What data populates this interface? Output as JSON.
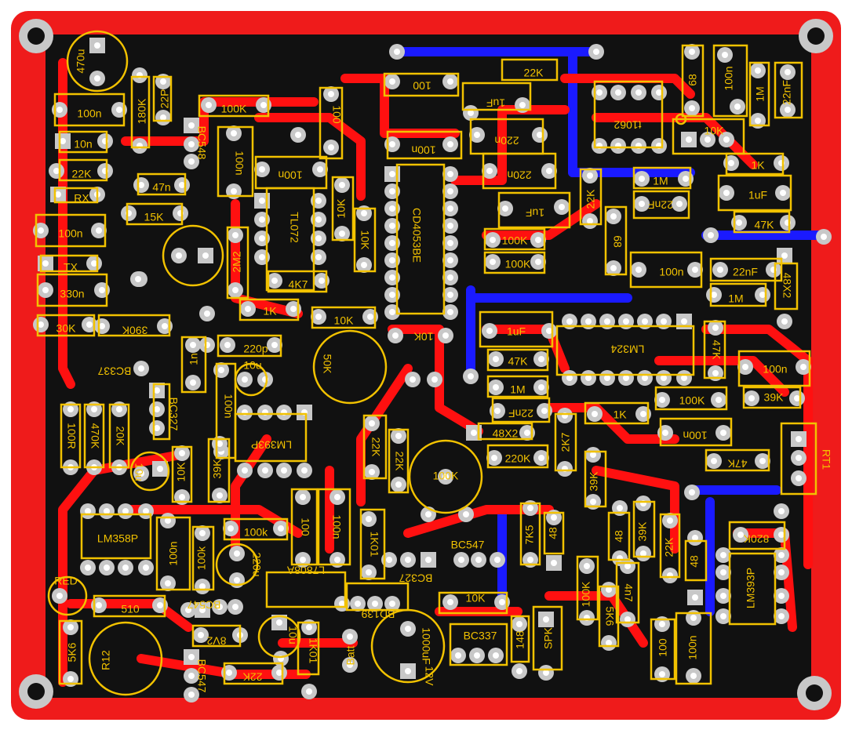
{
  "colors": {
    "board": "#ef1b1b",
    "copper_dark": "#111111",
    "trace_red": "#ff1010",
    "trace_blue": "#1a1aff",
    "silk": "#f2c200",
    "pad": "#c8c8c8",
    "hole": "#ffffff"
  },
  "labels": [
    "470u",
    "100n",
    "180K",
    "22P",
    "BC548",
    "100K",
    "100",
    "100",
    "100n",
    "10n",
    "22K",
    "47n",
    "RX",
    "15K",
    "100n",
    "TX",
    "330n",
    "30K",
    "390K",
    "BC337",
    "100n",
    "TL072",
    "10K",
    "10K",
    "CD4053BE",
    "100n",
    "2M2",
    "4K7",
    "1K",
    "10K",
    "220p",
    "10u",
    "1n",
    "50K",
    "10K",
    "100",
    "LM393P",
    "BC327",
    "100R",
    "470K",
    "20K",
    "10u",
    "10K",
    "39K",
    "100n",
    "LM358P",
    "100n",
    "100k",
    "100",
    "100k",
    "220u",
    "RED",
    "510",
    "L7808A",
    "BD139",
    "5K6",
    "R12",
    "8V2",
    "10u",
    "22K",
    "BC547",
    "10u",
    "1K",
    "BC547",
    "BC327",
    "22K",
    "22K",
    "100K",
    "100K",
    "1uF",
    "22K",
    "22n",
    "1uF",
    "220n",
    "220n",
    "t1062",
    "22K",
    "1uF",
    "68",
    "1M",
    "22nF",
    "68",
    "100n",
    "10K",
    "1K",
    "1uF",
    "47K",
    "100n",
    "1M",
    "22nF",
    "48X2",
    "LM324",
    "47K",
    "1uF",
    "47K",
    "1M",
    "22nF",
    "48X2",
    "220K",
    "1K",
    "2K7",
    "100K",
    "39K",
    "100n",
    "100n",
    "47K",
    "RT1",
    "7K5",
    "48",
    "39K",
    "22K",
    "48",
    "820K",
    "39K",
    "100K",
    "4n7",
    "5K6",
    "LM393P",
    "100",
    "100n",
    "BC337",
    "1000uF",
    "SPK",
    "148",
    "10K",
    "Batt",
    "BC547",
    "12V",
    "100n"
  ],
  "components": {
    "cap_470u_top": "470u",
    "cap_100n_a": "100n",
    "res_180K": "180K",
    "cap_22P": "22P",
    "tr_BC548": "BC548",
    "res_100K_a": "100K",
    "res_100_a": "100",
    "res_100_b": "100",
    "cap_100n_b": "100n",
    "cap_10n": "10n",
    "res_22K_a": "22K",
    "cap_47n": "47n",
    "conn_RX": "RX",
    "res_15K": "15K",
    "cap_100n_c": "100n",
    "conn_TX": "TX",
    "cap_330n": "330n",
    "res_30K": "30K",
    "res_390K": "390K",
    "tr_BC337": "BC337",
    "cap_100n_d": "100n",
    "ic_TL072": "TL072",
    "res_10K_a": "10K",
    "res_10K_b": "10K",
    "ic_CD4053BE": "CD4053BE",
    "cap_100n_e": "100n",
    "res_2M2": "2M2",
    "res_4K7": "4K7",
    "res_1K_a": "1K",
    "res_10K_c": "10K",
    "cap_220p": "220p",
    "cap_10u_a": "10u",
    "cap_1n": "1n",
    "pot_50K": "50K",
    "res_10K_d": "10K",
    "ic_LM393P_a": "LM393P",
    "tr_BC327_a": "BC327",
    "res_100R": "100R",
    "res_470K": "470K",
    "res_20K": "20K",
    "cap_10u_b": "10u",
    "res_10K_e": "10K",
    "res_39K_a": "39K",
    "cap_100n_f": "100n",
    "ic_LM358P": "LM358P",
    "res_100k_a": "100k",
    "res_100k_b": "100k",
    "cap_220u": "220u",
    "led_RED": "RED",
    "res_510": "510",
    "reg_L7808A": "L7808A",
    "tr_BD139": "BD139",
    "res_5K6_a": "5K6",
    "pot_R12": "R12",
    "zener_8V2": "8V2",
    "cap_10u_c": "10u",
    "res_22K_b": "22K",
    "tr_BC547_a": "BC547",
    "res_1K01": "1K01",
    "tr_BC547_b": "BC547",
    "tr_BC327_b": "BC327",
    "res_22K_c": "22K",
    "res_22K_d": "22K",
    "pot_100K": "100K",
    "res_100K_b": "100K",
    "res_100K_c": "100K",
    "cap_1uF_a": "1uF",
    "res_22K_e": "22K",
    "cap_1uF_b": "1uF",
    "cap_220n_a": "220n",
    "cap_220n_b": "220n",
    "ic_t1062": "t1062",
    "res_22K_f": "22K",
    "cap_1uF_c": "1uF",
    "res_68_a": "68",
    "res_1M_a": "1M",
    "cap_22nF_a": "22nF",
    "res_68_b": "68",
    "cap_100n_g": "100n",
    "res_10K_f": "10K",
    "res_1K_b": "1K",
    "cap_1uF_d": "1uF",
    "res_47K_a": "47K",
    "cap_100n_h": "100n",
    "res_1M_b": "1M",
    "cap_22nF_b": "22nF",
    "ind_48X2_a": "48X2",
    "ic_LM324": "LM324",
    "res_47K_b": "47K",
    "cap_1uF_e": "1uF",
    "res_47K_c": "47K",
    "res_1M_c": "1M",
    "cap_22nF_c": "22nF",
    "ind_48X2_b": "48X2",
    "res_220K": "220K",
    "res_1K_c": "1K",
    "res_2K7": "2K7",
    "res_100K_d": "100K",
    "res_39K_b": "39K",
    "cap_100n_i": "100n",
    "cap_100n_j": "100n",
    "res_47K_d": "47K",
    "therm_RT1": "RT1",
    "res_7K5": "7K5",
    "res_48_a": "48",
    "res_39K_c": "39K",
    "res_22K_g": "22K",
    "res_48_b": "48",
    "res_820K": "820K",
    "res_39K_d": "39K",
    "res_100K_e": "100K",
    "cap_4n7": "4n7",
    "res_5K6_b": "5K6",
    "ic_LM393P_b": "LM393P",
    "res_100_c": "100",
    "cap_100n_k": "100n",
    "tr_BC337_b": "BC337",
    "cap_1000uF": "1000uF",
    "conn_SPK": "SPK",
    "res_148": "148",
    "res_10K_g": "10K",
    "conn_Batt": "Batt",
    "label_12V": "12V"
  }
}
